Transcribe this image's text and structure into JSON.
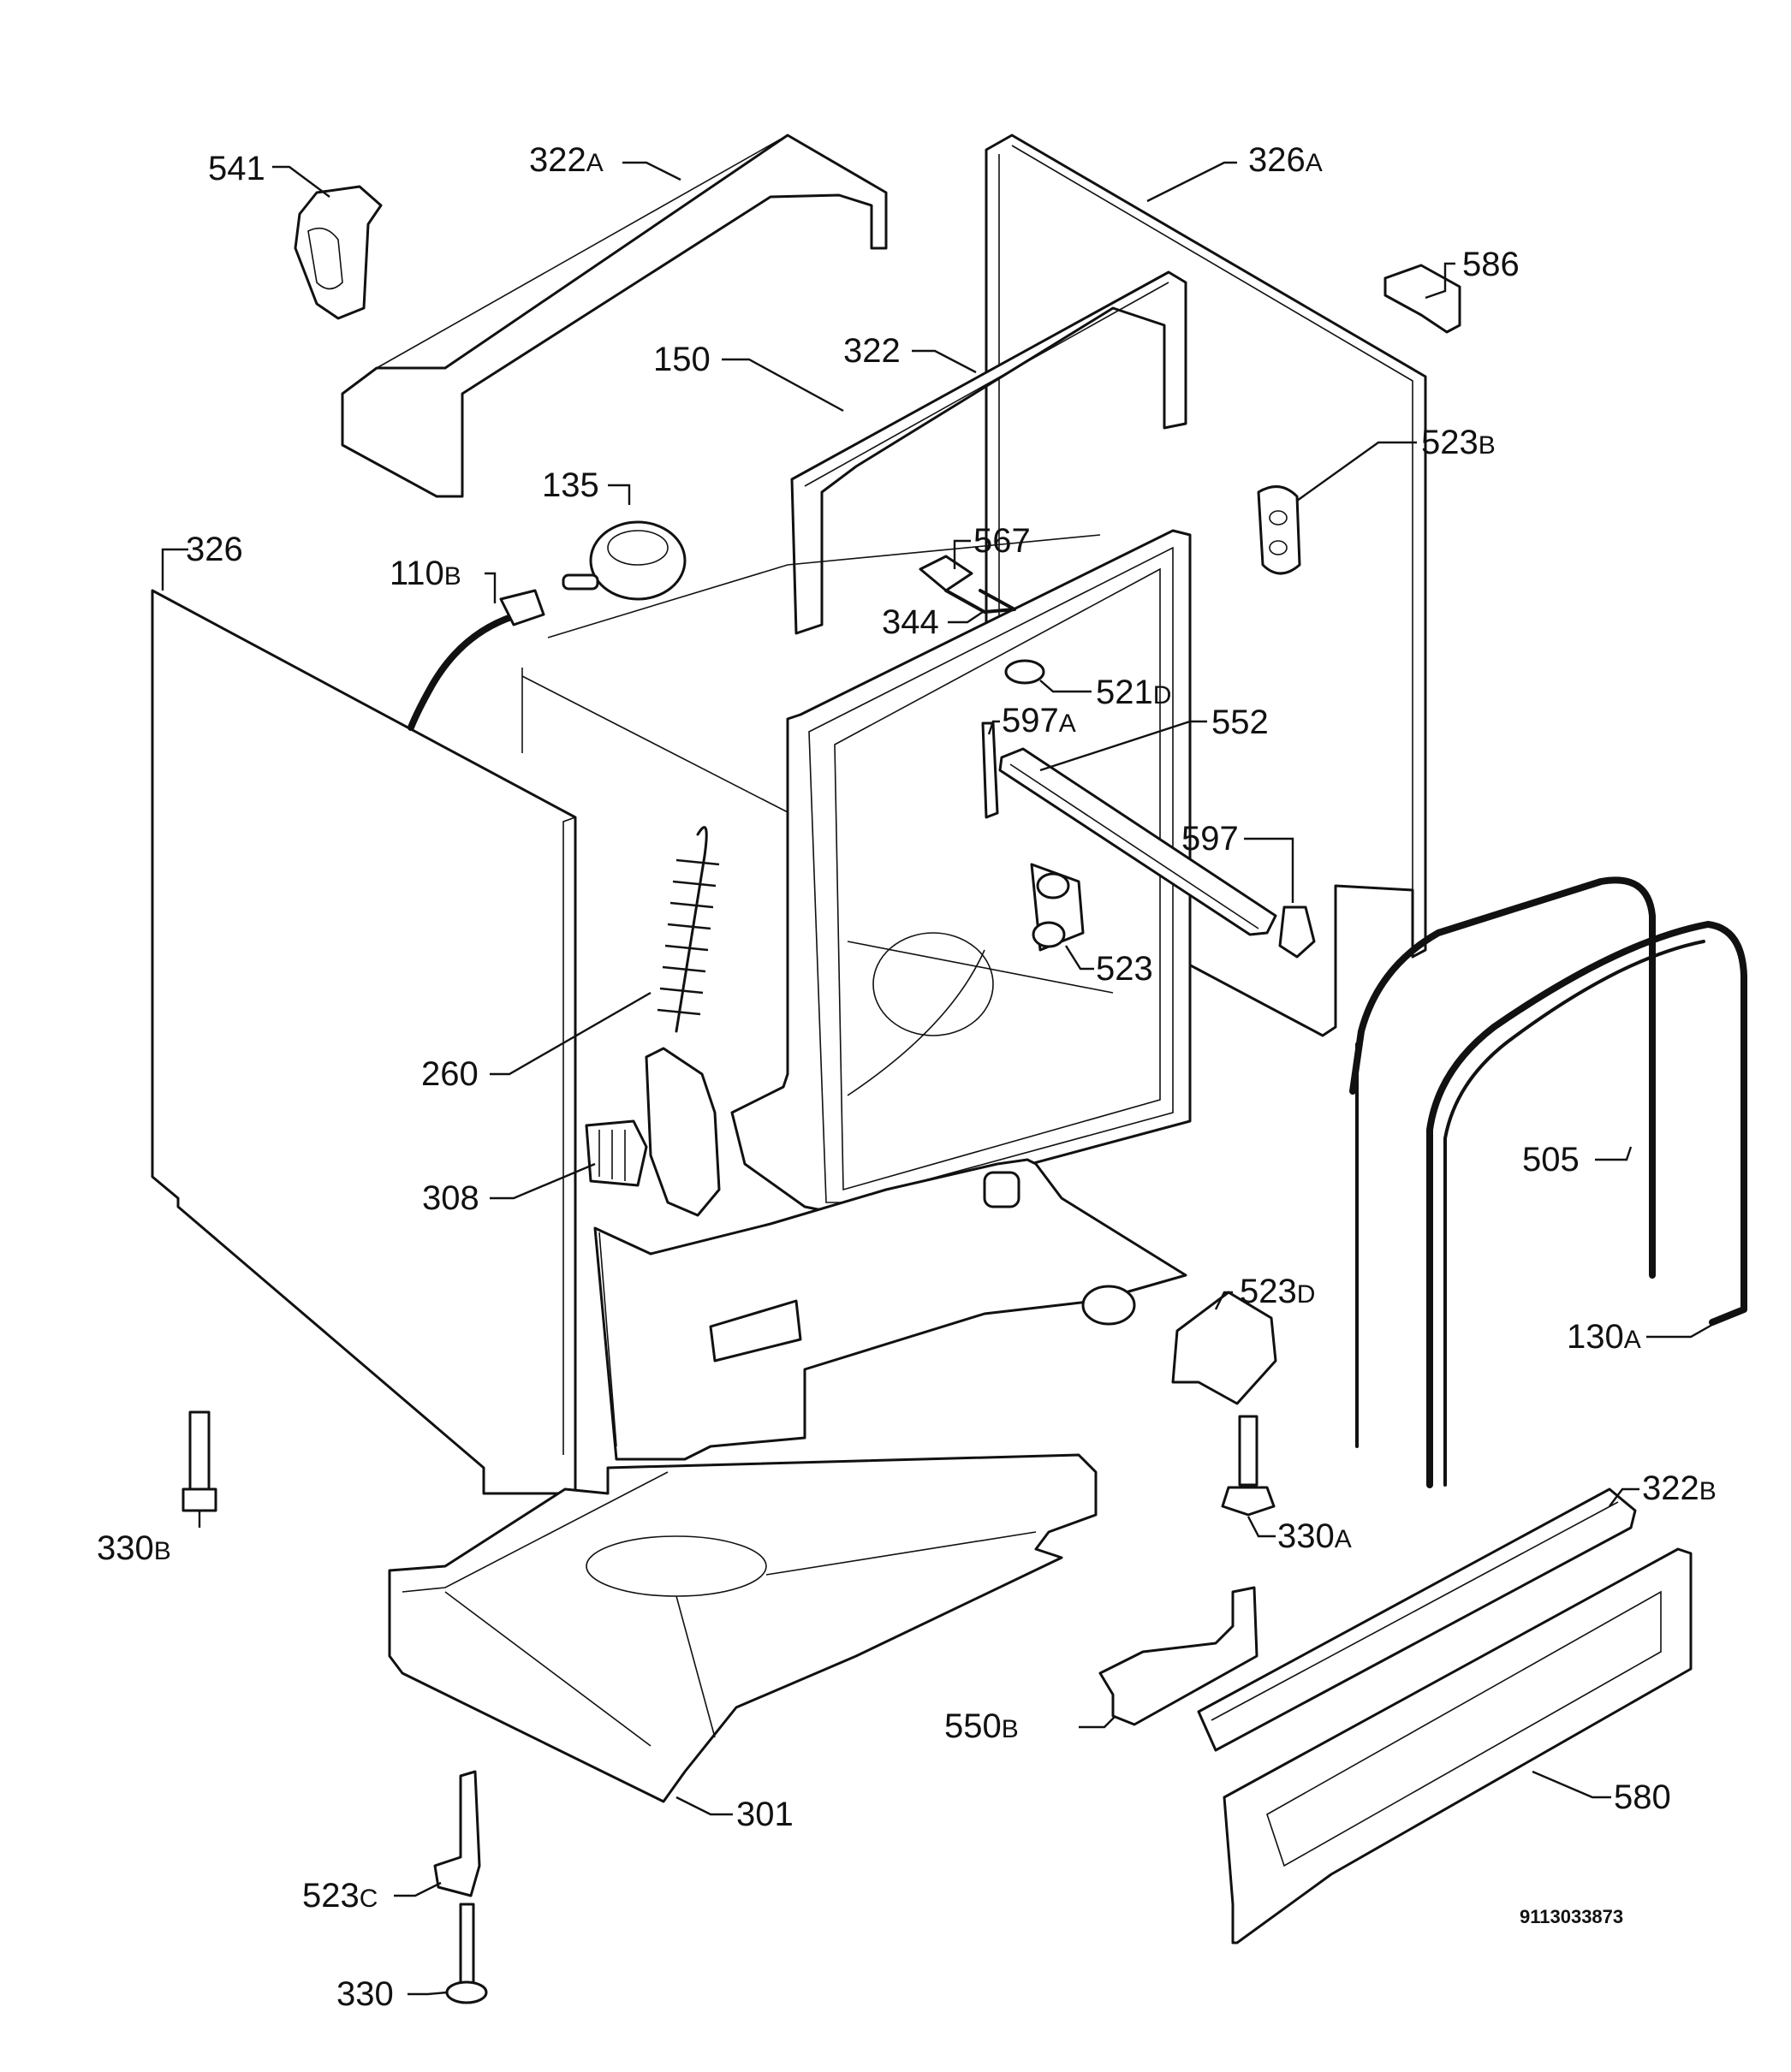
{
  "callouts": [
    {
      "id": "541",
      "number": "541",
      "suffix": ""
    },
    {
      "id": "322a",
      "number": "322",
      "suffix": "A"
    },
    {
      "id": "326a",
      "number": "326",
      "suffix": "A"
    },
    {
      "id": "586",
      "number": "586",
      "suffix": ""
    },
    {
      "id": "150",
      "number": "150",
      "suffix": ""
    },
    {
      "id": "322",
      "number": "322",
      "suffix": ""
    },
    {
      "id": "523b",
      "number": "523",
      "suffix": "B"
    },
    {
      "id": "135",
      "number": "135",
      "suffix": ""
    },
    {
      "id": "567",
      "number": "567",
      "suffix": ""
    },
    {
      "id": "326",
      "number": "326",
      "suffix": ""
    },
    {
      "id": "110b",
      "number": "110",
      "suffix": "B"
    },
    {
      "id": "344",
      "number": "344",
      "suffix": ""
    },
    {
      "id": "521d",
      "number": "521",
      "suffix": "D"
    },
    {
      "id": "597a",
      "number": "597",
      "suffix": "A"
    },
    {
      "id": "552",
      "number": "552",
      "suffix": ""
    },
    {
      "id": "597",
      "number": "597",
      "suffix": ""
    },
    {
      "id": "523",
      "number": "523",
      "suffix": ""
    },
    {
      "id": "260",
      "number": "260",
      "suffix": ""
    },
    {
      "id": "505",
      "number": "505",
      "suffix": ""
    },
    {
      "id": "308",
      "number": "308",
      "suffix": ""
    },
    {
      "id": "523d",
      "number": "523",
      "suffix": "D"
    },
    {
      "id": "130a",
      "number": "130",
      "suffix": "A"
    },
    {
      "id": "330b",
      "number": "330",
      "suffix": "B"
    },
    {
      "id": "330a",
      "number": "330",
      "suffix": "A"
    },
    {
      "id": "322b",
      "number": "322",
      "suffix": "B"
    },
    {
      "id": "550b",
      "number": "550",
      "suffix": "B"
    },
    {
      "id": "580",
      "number": "580",
      "suffix": ""
    },
    {
      "id": "301",
      "number": "301",
      "suffix": ""
    },
    {
      "id": "523c",
      "number": "523",
      "suffix": "C"
    },
    {
      "id": "330",
      "number": "330",
      "suffix": ""
    }
  ],
  "document_number": "9113033873"
}
